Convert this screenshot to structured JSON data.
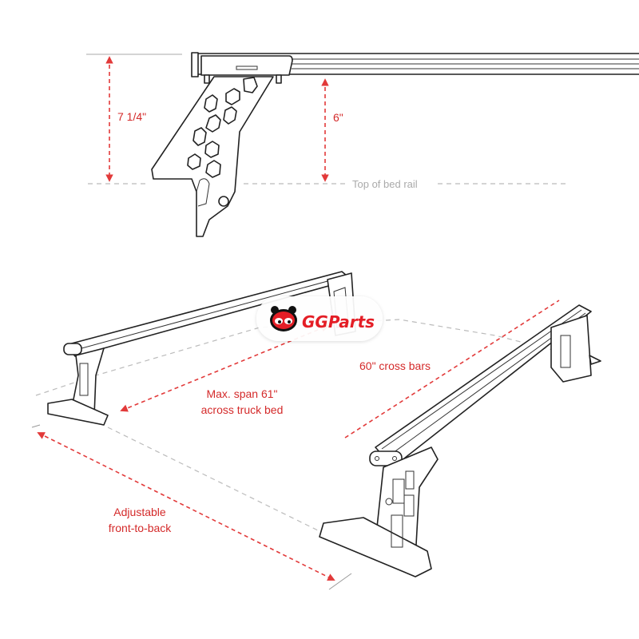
{
  "detail": {
    "height_label": "7 1/4\"",
    "clearance_label": "6\"",
    "bed_rail_label": "Top of bed rail"
  },
  "rack": {
    "cross_bars_label": "60\" cross bars",
    "span_label_1": "Max. span 61\"",
    "span_label_2": "across truck bed",
    "adjust_label_1": "Adjustable",
    "adjust_label_2": "front-to-back"
  },
  "watermark": {
    "text": "GGParts"
  },
  "colors": {
    "accent": "#e23a3a",
    "logo": "#e41e26",
    "guide": "#bbbbbb"
  }
}
